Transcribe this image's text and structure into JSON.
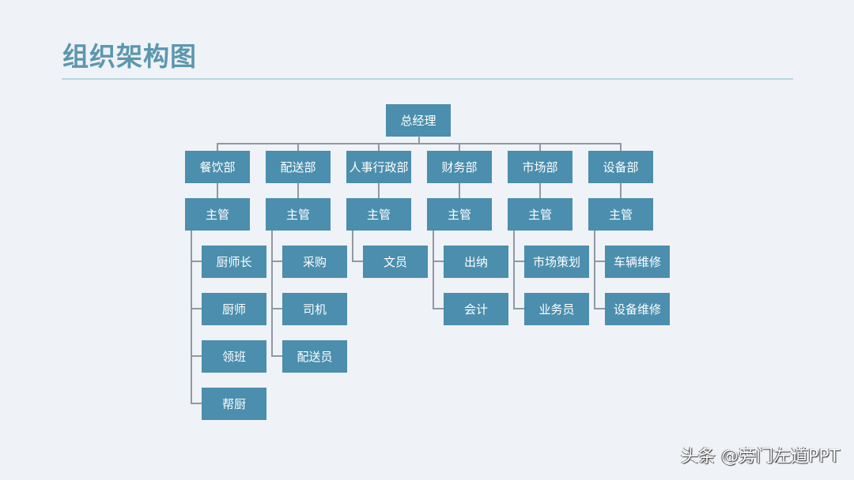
{
  "title": "组织架构图",
  "colors": {
    "background": "#eff2f7",
    "node_fill": "#4b8ead",
    "node_text": "#ffffff",
    "title": "#5b97ae",
    "divider": "#b7d7de",
    "connector": "#8d9aa3"
  },
  "org": {
    "root": "总经理",
    "departments": [
      {
        "name": "餐饮部",
        "supervisor": "主管",
        "staff": [
          "厨师长",
          "厨师",
          "领班",
          "帮厨"
        ]
      },
      {
        "name": "配送部",
        "supervisor": "主管",
        "staff": [
          "采购",
          "司机",
          "配送员"
        ]
      },
      {
        "name": "人事行政部",
        "supervisor": "主管",
        "staff": [
          "文员"
        ]
      },
      {
        "name": "财务部",
        "supervisor": "主管",
        "staff": [
          "出纳",
          "会计"
        ]
      },
      {
        "name": "市场部",
        "supervisor": "主管",
        "staff": [
          "市场策划",
          "业务员"
        ]
      },
      {
        "name": "设备部",
        "supervisor": "主管",
        "staff": [
          "车辆维修",
          "设备维修"
        ]
      }
    ]
  },
  "watermark": "头条 @旁门左道PPT"
}
